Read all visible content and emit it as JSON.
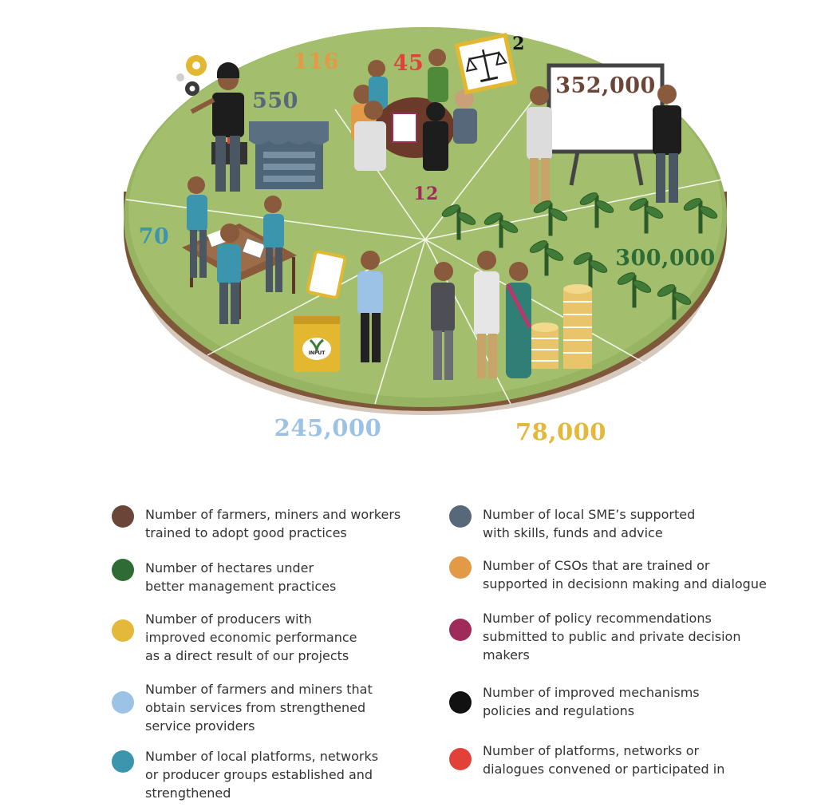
{
  "figures": {
    "f352000": "352,000",
    "f300000": "300,000",
    "f78000": "78,000",
    "f245000": "245,000",
    "f70": "70",
    "f550": "550",
    "f116": "116",
    "f45": "45",
    "f2": "2",
    "f12": "12"
  },
  "colors": {
    "brown": "#6b4638",
    "dark_green": "#2f6b35",
    "yellow": "#e3b83b",
    "light_blue": "#9cc3e6",
    "teal": "#3b95ad",
    "slate": "#56687a",
    "orange": "#e39a46",
    "maroon": "#9f2b5b",
    "black": "#111111",
    "red": "#e2413a"
  },
  "illustration": {
    "input_bag_label": "INPUT"
  },
  "legend": [
    {
      "color": "#6b4638",
      "line1": "Number of farmers, miners and workers",
      "line2": "trained to adopt good practices",
      "line3": ""
    },
    {
      "color": "#56687a",
      "line1": "Number of local SME’s supported",
      "line2": "with skills, funds and advice",
      "line3": ""
    },
    {
      "color": "#2f6b35",
      "line1": "Number of hectares under",
      "line2": "better management practices",
      "line3": ""
    },
    {
      "color": "#e39a46",
      "line1": "Number of CSOs that are trained or",
      "line2": "supported in decisionn making and dialogue",
      "line3": ""
    },
    {
      "color": "#e3b83b",
      "line1": "Number of producers with",
      "line2": "improved economic performance",
      "line3": "as a direct result of our projects"
    },
    {
      "color": "#9f2b5b",
      "line1": "Number of policy recommendations",
      "line2": "submitted to public and private decision",
      "line3": "makers"
    },
    {
      "color": "#9cc3e6",
      "line1": "Number of farmers and miners that",
      "line2": "obtain services from strengthened",
      "line3": "service providers"
    },
    {
      "color": "#111111",
      "line1": "Number of improved mechanisms",
      "line2": "policies and regulations",
      "line3": ""
    },
    {
      "color": "#3b95ad",
      "line1": "Number of local platforms, networks",
      "line2": "or producer groups established and",
      "line3": "strengthened"
    },
    {
      "color": "#e2413a",
      "line1": "Number of platforms, networks or",
      "line2": "dialogues convened or participated in",
      "line3": ""
    }
  ]
}
